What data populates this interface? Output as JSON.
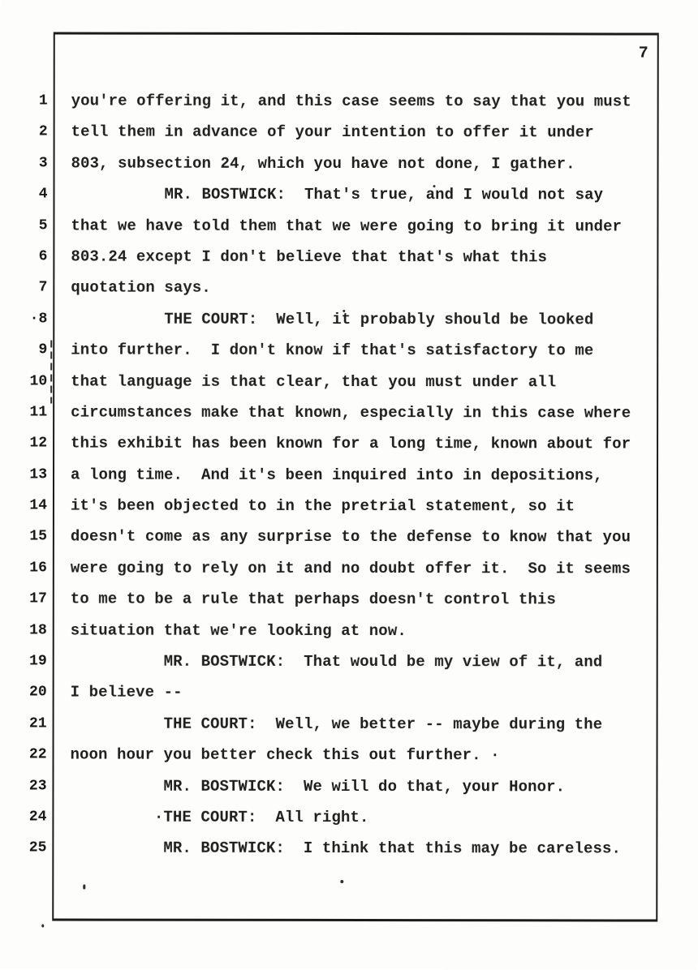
{
  "page": {
    "number": "7"
  },
  "transcript": {
    "lines": [
      {
        "num": "1",
        "text": "you're offering it, and this case seems to say that you must"
      },
      {
        "num": "2",
        "text": "tell them in advance of your intention to offer it under"
      },
      {
        "num": "3",
        "text": "803, subsection 24, which you have not done, I gather."
      },
      {
        "num": "4",
        "text": "          MR. BOSTWICK:  That's true, and I would not say"
      },
      {
        "num": "5",
        "text": "that we have told them that we were going to bring it under"
      },
      {
        "num": "6",
        "text": "803.24 except I don't believe that that's what this"
      },
      {
        "num": "7",
        "text": "quotation says."
      },
      {
        "num": "·8",
        "text": "          THE COURT:  Well, it probably should be looked"
      },
      {
        "num": "9",
        "text": "into further.  I don't know if that's satisfactory to me"
      },
      {
        "num": "10",
        "text": "that language is that clear, that you must under all"
      },
      {
        "num": "11",
        "text": "circumstances make that known, especially in this case where"
      },
      {
        "num": "12",
        "text": "this exhibit has been known for a long time, known about for"
      },
      {
        "num": "13",
        "text": "a long time.  And it's been inquired into in depositions,"
      },
      {
        "num": "14",
        "text": "it's been objected to in the pretrial statement, so it"
      },
      {
        "num": "15",
        "text": "doesn't come as any surprise to the defense to know that you"
      },
      {
        "num": "16",
        "text": "were going to rely on it and no doubt offer it.  So it seems"
      },
      {
        "num": "17",
        "text": "to me to be a rule that perhaps doesn't control this"
      },
      {
        "num": "18",
        "text": "situation that we're looking at now."
      },
      {
        "num": "19",
        "text": "          MR. BOSTWICK:  That would be my view of it, and"
      },
      {
        "num": "20",
        "text": "I believe --"
      },
      {
        "num": "21",
        "text": "          THE COURT:  Well, we better -- maybe during the"
      },
      {
        "num": "22",
        "text": "noon hour you better check this out further. ·"
      },
      {
        "num": "23",
        "text": "          MR. BOSTWICK:  We will do that, your Honor."
      },
      {
        "num": "24",
        "text": "         ·THE COURT:  All right."
      },
      {
        "num": "25",
        "text": "          MR. BOSTWICK:  I think that this may be careless."
      }
    ]
  }
}
